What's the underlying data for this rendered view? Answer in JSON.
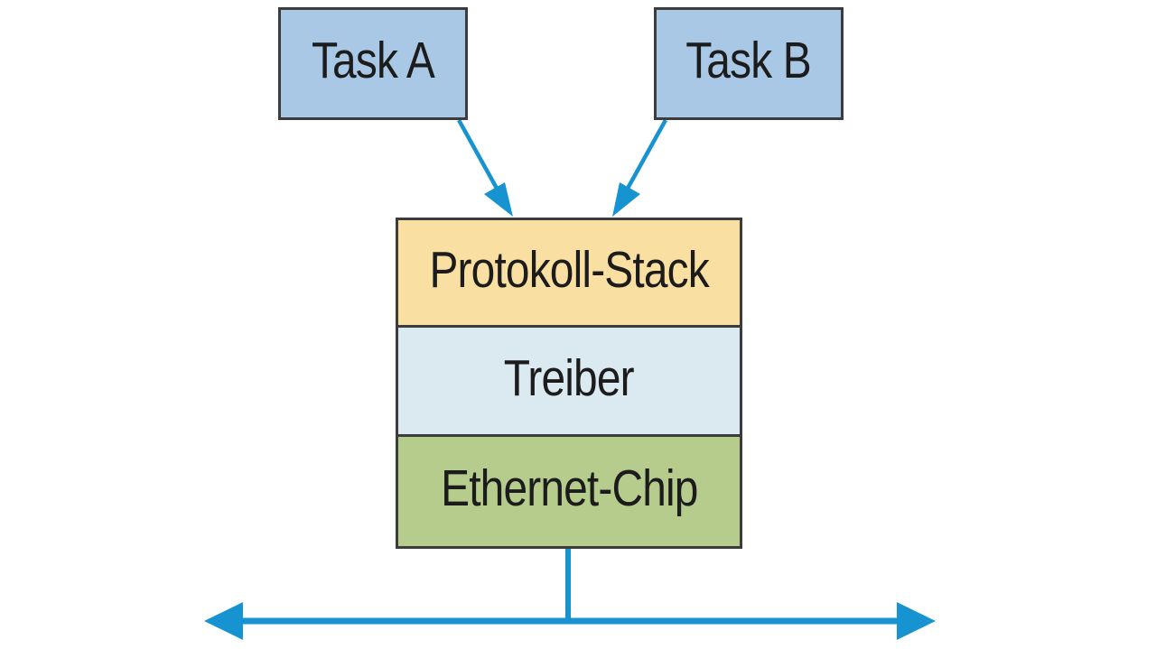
{
  "diagram": {
    "tasks": [
      {
        "label": "Task A"
      },
      {
        "label": "Task B"
      }
    ],
    "stack_layers": [
      {
        "label": "Protokoll-Stack"
      },
      {
        "label": "Treiber"
      },
      {
        "label": "Ethernet-Chip"
      }
    ],
    "icons": {
      "task_a_connector": "arrow-down-right-icon",
      "task_b_connector": "arrow-down-left-icon",
      "bus_connector": "double-headed-horizontal-arrow-icon"
    }
  },
  "colors": {
    "task_fill": "#a8c8e6",
    "protocol_fill": "#fadfa2",
    "driver_fill": "#dbe9f1",
    "chip_fill": "#b6cc8c",
    "box_border": "#3c3c3c",
    "arrow": "#1793d1",
    "text": "#1c1c1c",
    "background": "#ffffff"
  }
}
